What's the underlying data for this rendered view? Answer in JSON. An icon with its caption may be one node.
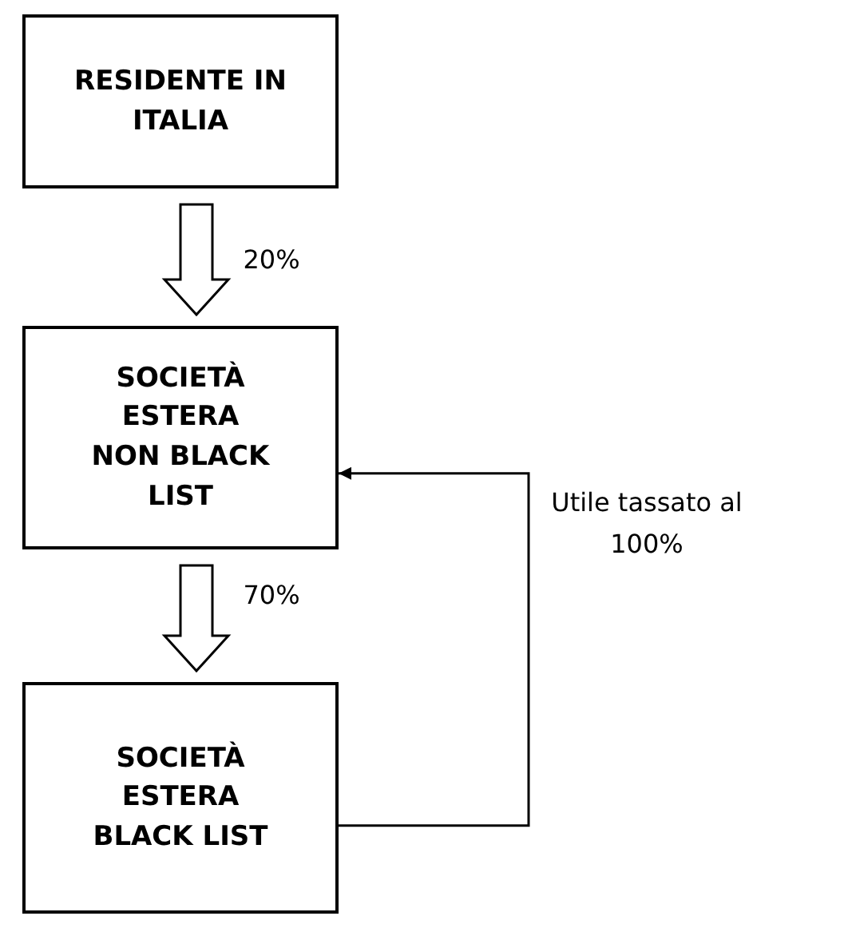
{
  "diagram": {
    "nodes": [
      {
        "text": [
          "RESIDENTE IN ITALIA"
        ]
      },
      {
        "text": [
          "SOCIETÀ ESTERA NON BLACK LIST"
        ]
      },
      {
        "text": [
          "SOCIETÀ ESTERA BLACK LIST"
        ]
      }
    ],
    "edges": [
      {
        "from": 0,
        "to": 1,
        "arrow": "to",
        "label": "20%"
      },
      {
        "from": 1,
        "to": 2,
        "arrow": "to",
        "label": "70%"
      },
      {
        "from": 2,
        "to": 1,
        "arrow": "to",
        "label": "Utile tassato al 100%"
      }
    ]
  }
}
